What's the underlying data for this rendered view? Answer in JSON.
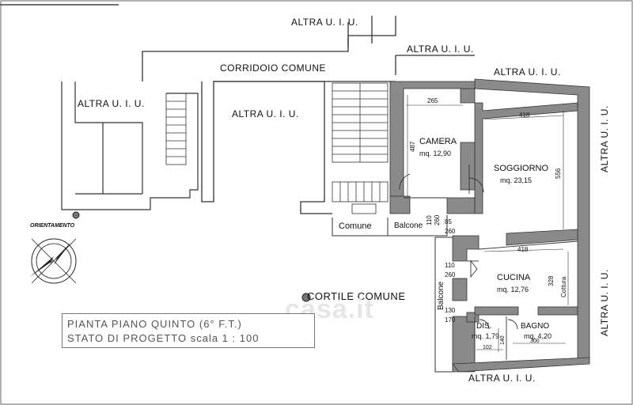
{
  "labels": {
    "altra_top": "ALTRA U. I. U.",
    "altra_top_right": "ALTRA U. I. U.",
    "altra_right_top": "ALTRA U. I. U.",
    "altra_left": "ALTRA U. I. U.",
    "altra_center": "ALTRA U. I. U.",
    "altra_side_1": "ALTRA U. I. U.",
    "altra_side_2": "ALTRA U. I. U.",
    "altra_bottom": "ALTRA U. I. U.",
    "corridoio": "CORRIDOIO COMUNE",
    "cortile": "CORTILE COMUNE",
    "comune": "Comune",
    "balcone_top": "Balcone",
    "balcone_side": "Balcone",
    "orientamento": "ORIENTAMENTO"
  },
  "rooms": {
    "camera": {
      "name": "CAMERA",
      "area": "mq. 12,90"
    },
    "soggiorno": {
      "name": "SOGGIORNO",
      "area": "mq. 23,15"
    },
    "cucina": {
      "name": "CUCINA",
      "area": "mq. 12,76"
    },
    "dis": {
      "name": "DIS.",
      "area": "mq. 1,79"
    },
    "bagno": {
      "name": "BAGNO",
      "area": "mq. 4,20"
    }
  },
  "dims": {
    "d265": "265",
    "d487": "487",
    "d418a": "418",
    "d556": "556",
    "d110a": "110",
    "d260a": "260",
    "d85": "85",
    "d260b": "260",
    "d418b": "418",
    "d328": "328",
    "cottura": "Cottura",
    "d110b": "110",
    "d260c": "260",
    "d130": "130",
    "d170": "170",
    "d102": "102",
    "d140": "140",
    "d300": "300"
  },
  "title": {
    "line1": "PIANTA PIANO QUINTO (6° F.T.)",
    "line2": "STATO DI PROGETTO scala 1 : 100"
  },
  "watermark": "casa.it"
}
